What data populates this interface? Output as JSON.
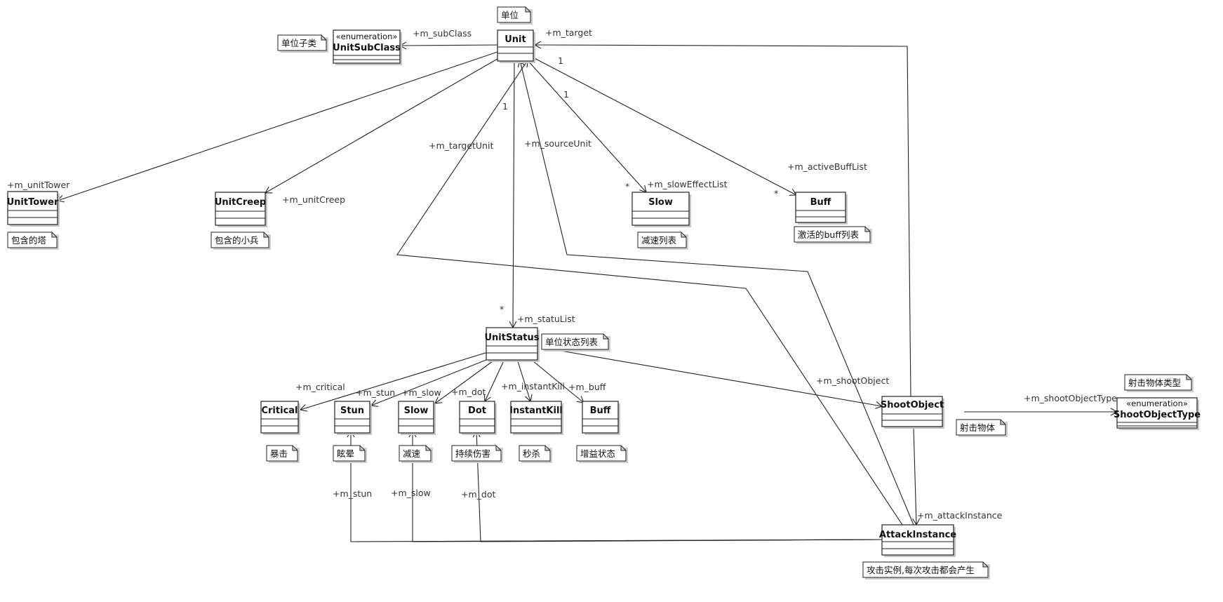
{
  "classes": {
    "unit": {
      "name": "Unit"
    },
    "unit_sub_class": {
      "stereotype": "«enumeration»",
      "name": "UnitSubClass"
    },
    "unit_tower": {
      "name": "UnitTower"
    },
    "unit_creep": {
      "name": "UnitCreep"
    },
    "slow_top": {
      "name": "Slow"
    },
    "buff_top": {
      "name": "Buff"
    },
    "unit_status": {
      "name": "UnitStatus"
    },
    "critical": {
      "name": "Critical"
    },
    "stun": {
      "name": "Stun"
    },
    "slow": {
      "name": "Slow"
    },
    "dot": {
      "name": "Dot"
    },
    "instant_kill": {
      "name": "InstantKill"
    },
    "buff": {
      "name": "Buff"
    },
    "shoot_object": {
      "name": "ShootObject"
    },
    "shoot_object_type": {
      "stereotype": "«enumeration»",
      "name": "ShootObjectType"
    },
    "attack_instance": {
      "name": "AttackInstance"
    }
  },
  "notes": {
    "unit": "单位",
    "unit_sub_class": "单位子类",
    "unit_tower": "包含的塔",
    "unit_creep": "包含的小兵",
    "slow_top": "减速列表",
    "buff_top": "激活的buff列表",
    "unit_status": "单位状态列表",
    "critical": "暴击",
    "stun": "眩晕",
    "slow": "减速",
    "dot": "持续伤害",
    "instant_kill": "秒杀",
    "buff": "增益状态",
    "shoot_object": "射击物体",
    "shoot_object_type": "射击物体类型",
    "attack_instance": "攻击实例,每次攻击都会产生"
  },
  "roles": {
    "m_subClass": "+m_subClass",
    "m_target": "+m_target",
    "m_unitTower": "+m_unitTower",
    "m_unitCreep": "+m_unitCreep",
    "m_targetUnit": "+m_targetUnit",
    "m_sourceUnit": "+m_sourceUnit",
    "m_slowEffectList": "+m_slowEffectList",
    "m_activeBuffList": "+m_activeBuffList",
    "m_statuList": "+m_statuList",
    "m_critical": "+m_critical",
    "m_stun": "+m_stun",
    "m_slow": "+m_slow",
    "m_dot": "+m_dot",
    "m_instantKill": "+m_instantKill",
    "m_buff": "+m_buff",
    "m_shootObject": "+m_shootObject",
    "m_shootObjectType": "+m_shootObjectType",
    "m_attackInstance": "+m_attackInstance",
    "m_stun_ai": "+m_stun",
    "m_slow_ai": "+m_slow",
    "m_dot_ai": "+m_dot"
  },
  "multiplicities": {
    "one_slow": "1",
    "one_buff": "1",
    "one_status": "1",
    "many_slow": "*",
    "many_buff": "*",
    "many_status": "*"
  }
}
